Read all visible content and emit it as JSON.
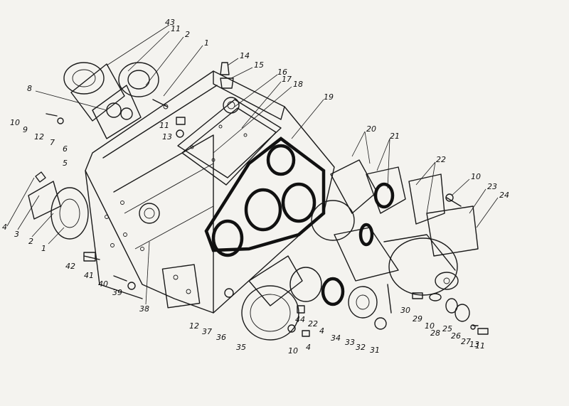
{
  "diagram": {
    "kind": "exploded-assembly",
    "callouts": [
      {
        "label": "43"
      },
      {
        "label": "11"
      },
      {
        "label": "2"
      },
      {
        "label": "1"
      },
      {
        "label": "14"
      },
      {
        "label": "15"
      },
      {
        "label": "16"
      },
      {
        "label": "17"
      },
      {
        "label": "18"
      },
      {
        "label": "19"
      },
      {
        "label": "8"
      },
      {
        "label": "10"
      },
      {
        "label": "9"
      },
      {
        "label": "12"
      },
      {
        "label": "7"
      },
      {
        "label": "6"
      },
      {
        "label": "5"
      },
      {
        "label": "11"
      },
      {
        "label": "13"
      },
      {
        "label": "20"
      },
      {
        "label": "21"
      },
      {
        "label": "22"
      },
      {
        "label": "10"
      },
      {
        "label": "23"
      },
      {
        "label": "24"
      },
      {
        "label": "4"
      },
      {
        "label": "3"
      },
      {
        "label": "2"
      },
      {
        "label": "1"
      },
      {
        "label": "42"
      },
      {
        "label": "41"
      },
      {
        "label": "40"
      },
      {
        "label": "39"
      },
      {
        "label": "38"
      },
      {
        "label": "12"
      },
      {
        "label": "37"
      },
      {
        "label": "36"
      },
      {
        "label": "35"
      },
      {
        "label": "10"
      },
      {
        "label": "4"
      },
      {
        "label": "44"
      },
      {
        "label": "22"
      },
      {
        "label": "4"
      },
      {
        "label": "34"
      },
      {
        "label": "33"
      },
      {
        "label": "32"
      },
      {
        "label": "31"
      },
      {
        "label": "30"
      },
      {
        "label": "29"
      },
      {
        "label": "10"
      },
      {
        "label": "28"
      },
      {
        "label": "25"
      },
      {
        "label": "26"
      },
      {
        "label": "27"
      },
      {
        "label": "13"
      },
      {
        "label": "11"
      }
    ]
  }
}
